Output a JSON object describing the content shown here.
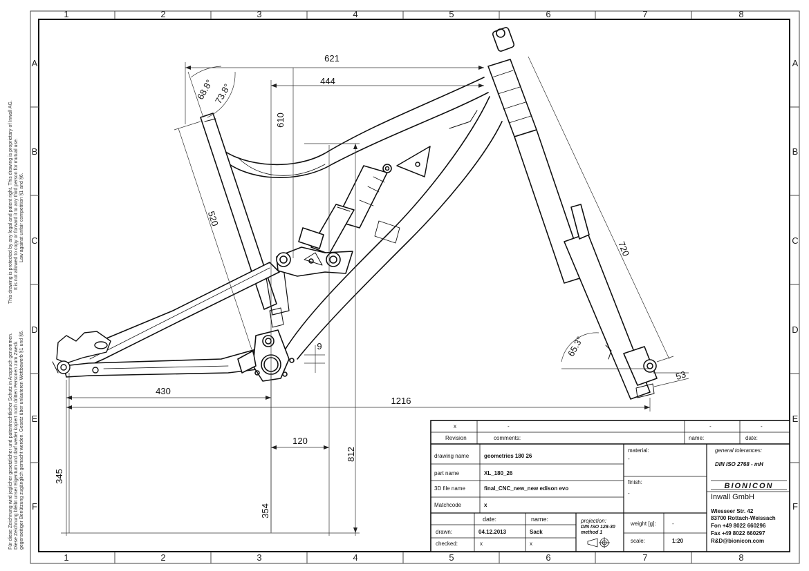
{
  "grid": {
    "columns": [
      "1",
      "2",
      "3",
      "4",
      "5",
      "6",
      "7",
      "8"
    ],
    "rows": [
      "A",
      "B",
      "C",
      "D",
      "E",
      "F"
    ]
  },
  "dimensions": {
    "d621": "621",
    "d444": "444",
    "a688": "68.8°",
    "a738": "73.8°",
    "d610": "610",
    "d520": "520",
    "d720": "720",
    "a653": "65.3°",
    "d53": "53",
    "d9": "9",
    "d430": "430",
    "d1216": "1216",
    "d120": "120",
    "d812": "812",
    "d345": "345",
    "d354": "354"
  },
  "side_notes": {
    "en_1": "This drawing is protected by any legal and patent right. This drawing is proprietary of Inwall AG.",
    "en_2": "It is not allowed to copy or forward it to any third person for mutual use.",
    "en_3": "Law against unfair competition §1 and §6.",
    "de_1": "Für diese Zeichnung wird jeglicher gesetzlicher und patentrechtlicher Schutz in Anspruch genommen.",
    "de_2": "Diese Zeichnung bleibt unser Eigentum und darf weder kopiert noch dritten Personen zum Zweck",
    "de_3": "gegenseitiger Benützung zugänglich gemacht werden. Gesetz über unlauteren Wettbewerb §1 und §6."
  },
  "title_block": {
    "rev_x": "x",
    "rev_dash": "-",
    "rev_dash2": "-",
    "rev_dash3": "-",
    "revision_label": "Revision",
    "comments_label": "comments:",
    "name_label": "name:",
    "date_label": "date:",
    "drawing_name_label": "drawing name",
    "drawing_name": "geometries 180 26",
    "part_name_label": "part name",
    "part_name": "XL_180_26",
    "file_label": "3D file name",
    "file_name": "final_CNC_new_new edison evo",
    "matchcode_label": "Matchcode",
    "matchcode": "x",
    "material_label": "material:",
    "material": "-",
    "finish_label": "finish:",
    "finish": "-",
    "tolerances_label": "general tolerances:",
    "tolerances": "DIN ISO 2768 - mH",
    "logo": "BIONICON",
    "company": "Inwall GmbH",
    "street": "Wiesseer Str. 42",
    "city": "83700  Rottach-Weissach",
    "phone": "Fon +49 8022 660296",
    "fax": "Fax +49 8022 660297",
    "email": "R&D@bionicon.com",
    "date_col": "date:",
    "name_col": "name:",
    "drawn_label": "drawn:",
    "drawn_date": "04.12.2013",
    "drawn_name": "Sack",
    "checked_label": "checked:",
    "checked_date": "x",
    "checked_name": "x",
    "projection_label": "projection:",
    "projection": "DIN ISO 128-30",
    "projection_method": "method 1",
    "weight_label": "weight [g]:",
    "weight": "-",
    "scale_label": "scale:",
    "scale": "1:20"
  }
}
